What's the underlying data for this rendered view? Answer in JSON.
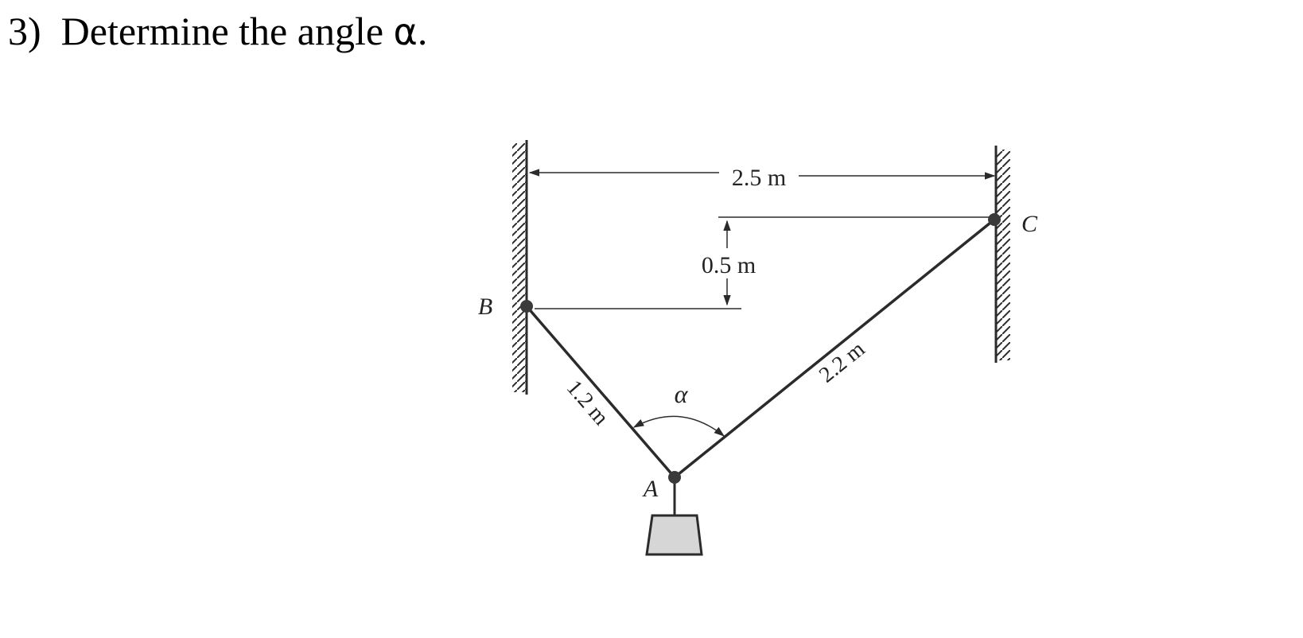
{
  "problem": {
    "number": "3)",
    "text": "Determine the angle",
    "symbol": "α",
    "end": "."
  },
  "figure": {
    "points": {
      "A": "A",
      "B": "B",
      "C": "C"
    },
    "dimensions": {
      "span": "2.5 m",
      "height_diff": "0.5 m",
      "cable_ab": "1.2 m",
      "cable_ac": "2.2 m"
    },
    "angle_label": "α",
    "colors": {
      "line": "#2b2b2b",
      "joint": "#3a3a3a",
      "weight_fill": "#d6d6d6"
    }
  }
}
